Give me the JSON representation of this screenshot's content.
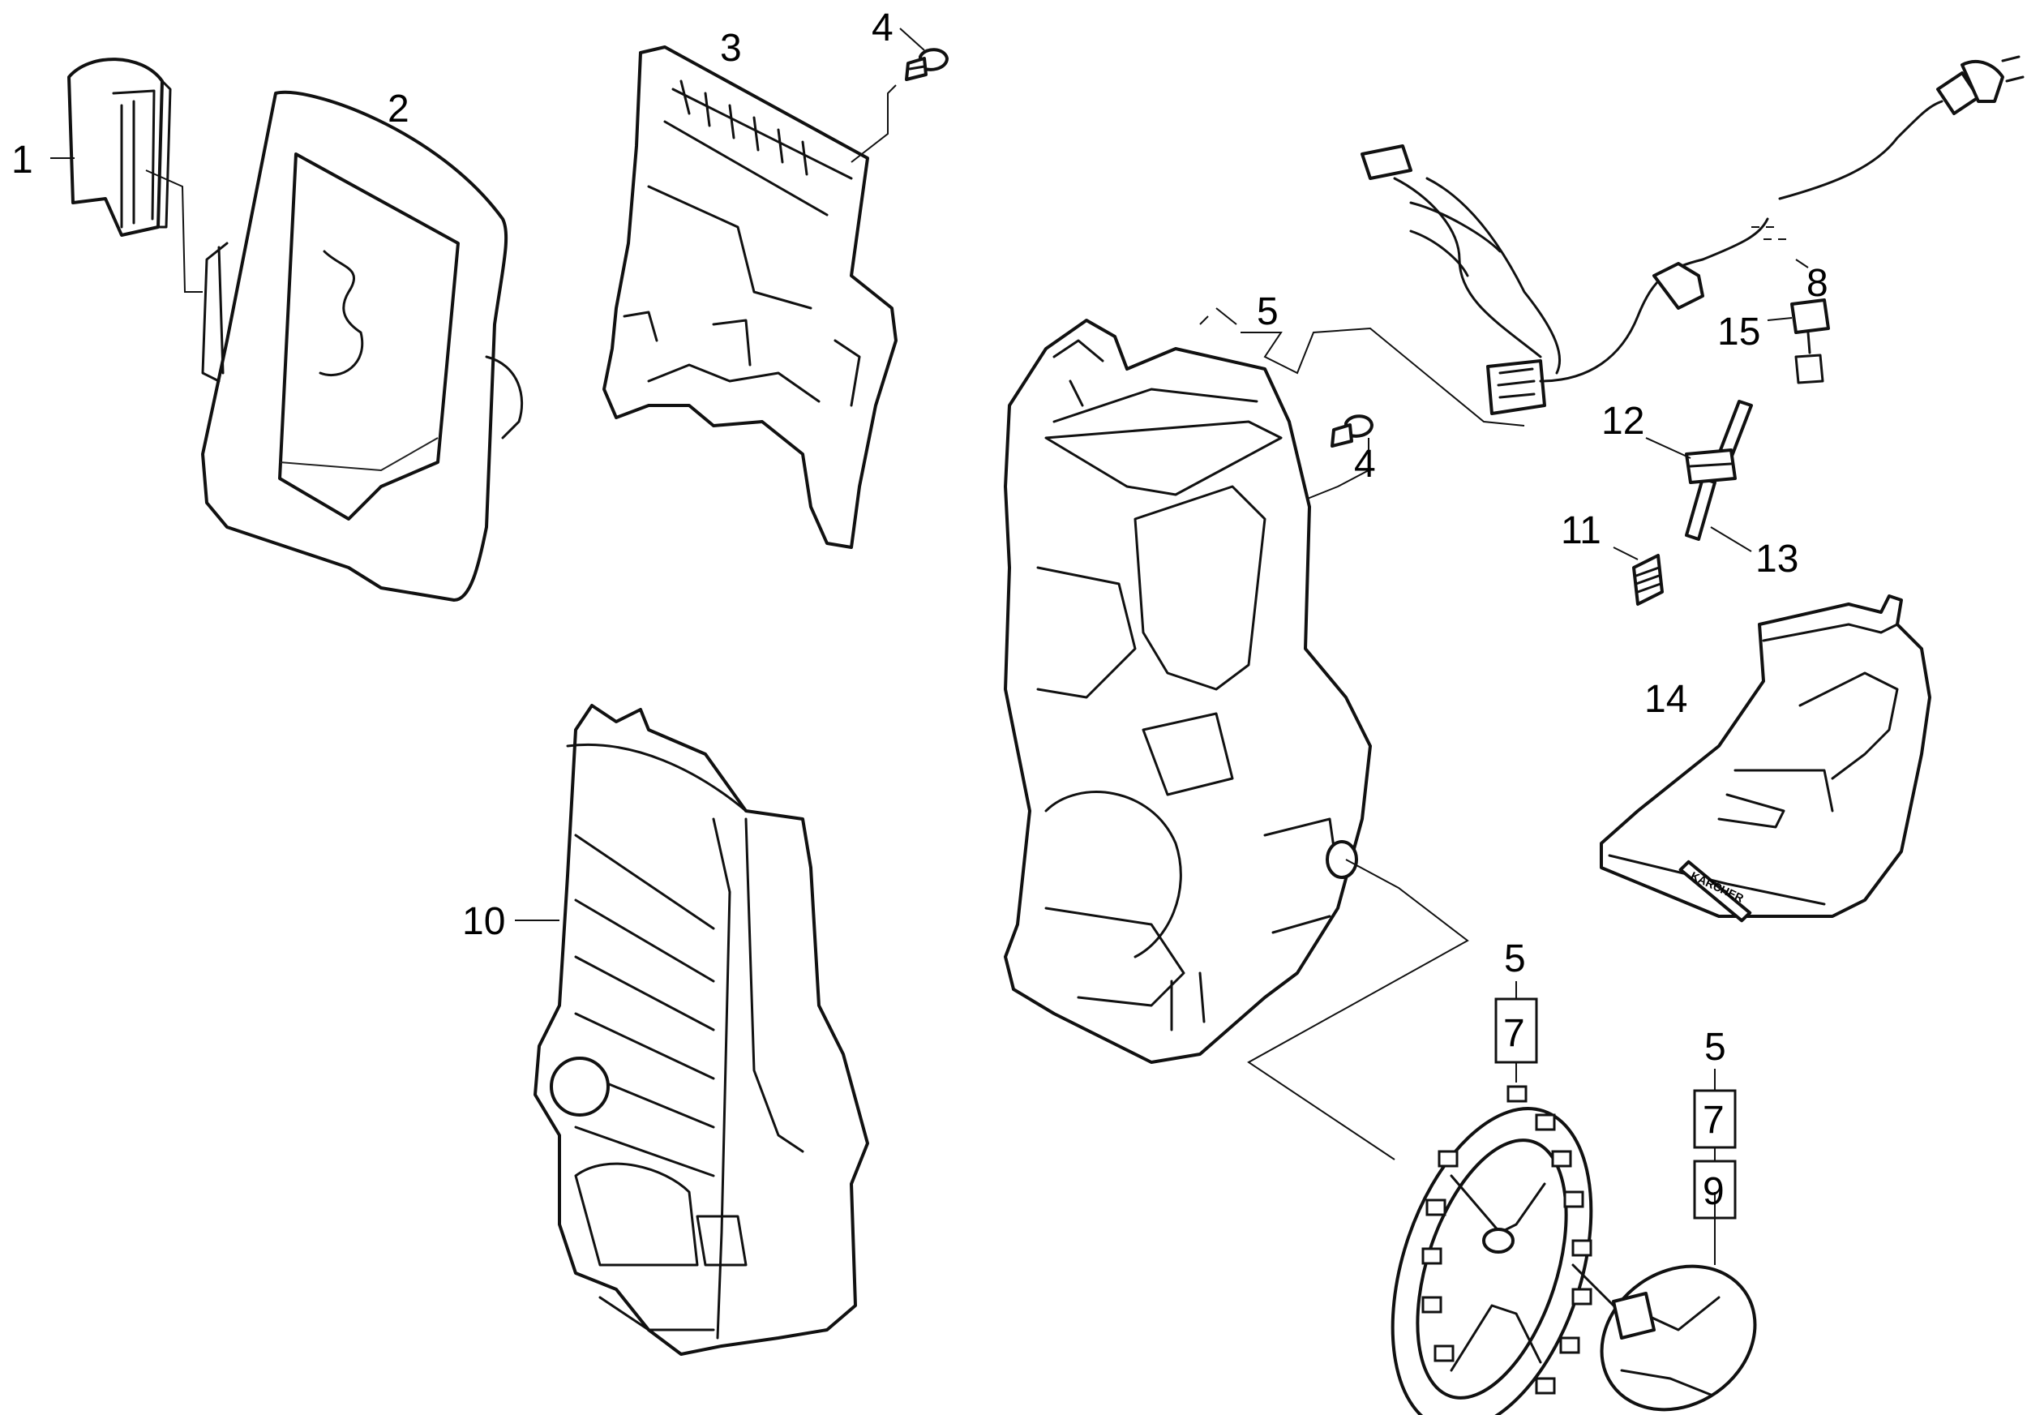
{
  "callouts": {
    "c1": "1",
    "c2": "2",
    "c3": "3",
    "c4a": "4",
    "c4b": "4",
    "c5a": "5",
    "c5b": "5",
    "c5c": "5",
    "c7a": "7",
    "c7b": "7",
    "c8": "8",
    "c9": "9",
    "c10": "10",
    "c11": "11",
    "c12": "12",
    "c13": "13",
    "c14": "14",
    "c15": "15"
  },
  "tank_brand": "KÄRCHER"
}
